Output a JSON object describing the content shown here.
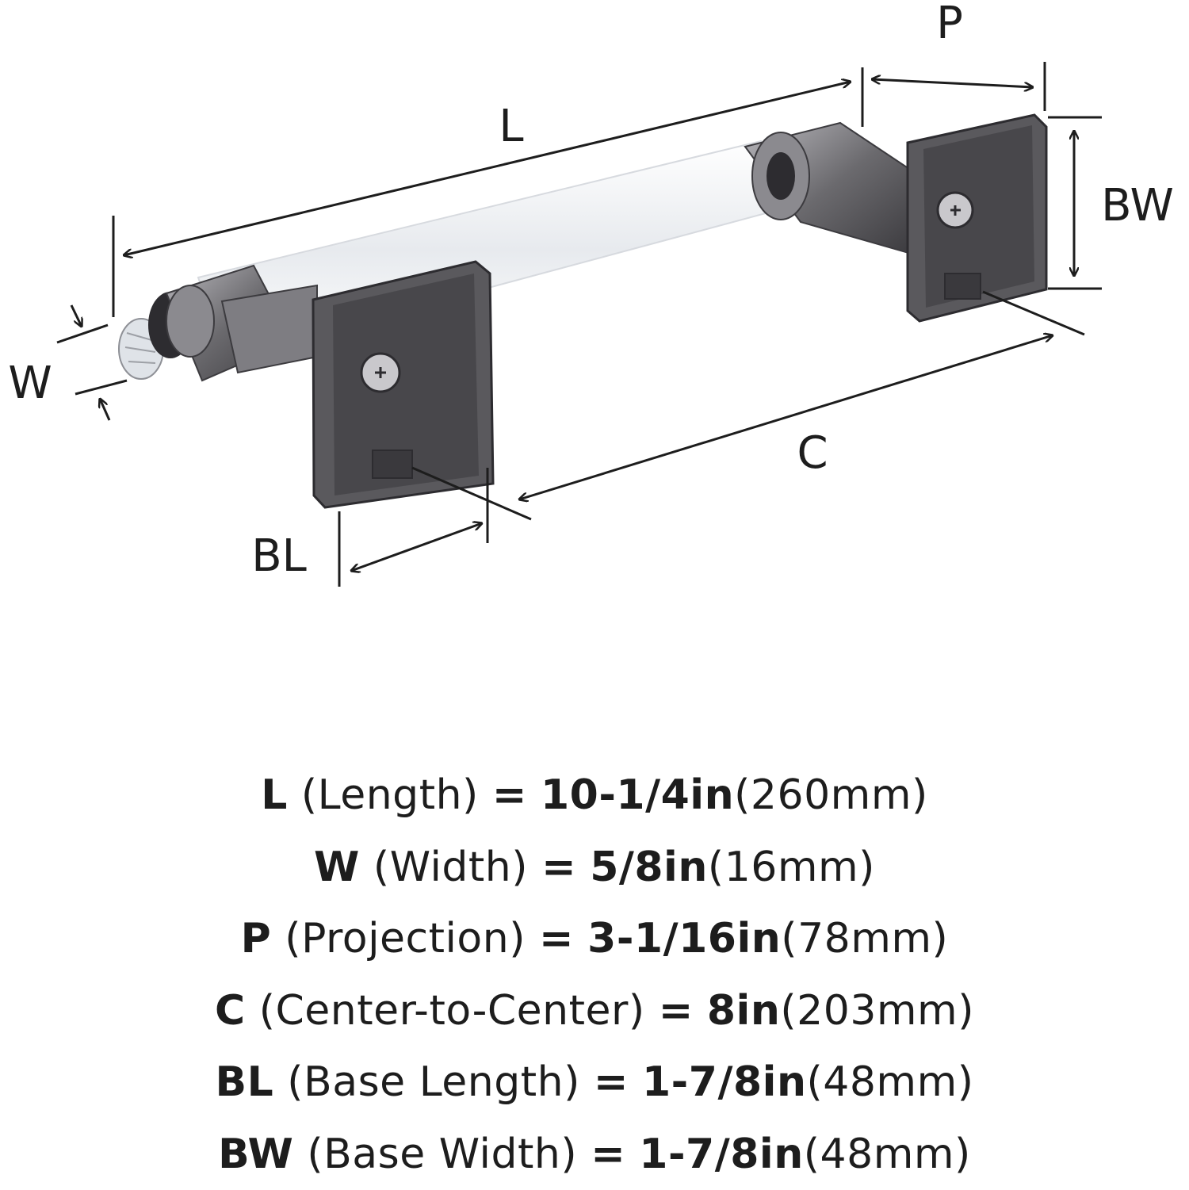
{
  "diagram": {
    "labels": {
      "L": "L",
      "P": "P",
      "BW": "BW",
      "W": "W",
      "C": "C",
      "BL": "BL"
    },
    "colors": {
      "line": "#1d1d1d",
      "metal": "#6b6a6e",
      "metal_dark": "#3c3b3f",
      "metal_light": "#a9a8ad",
      "acrylic": "#f3f5f7"
    }
  },
  "specs": [
    {
      "code": "L",
      "name": "(Length)",
      "eq": "=",
      "imperial": "10-1/4in",
      "metric": "(260mm)"
    },
    {
      "code": "W",
      "name": "(Width)",
      "eq": "=",
      "imperial": "5/8in",
      "metric": "(16mm)"
    },
    {
      "code": "P",
      "name": "(Projection)",
      "eq": "=",
      "imperial": "3-1/16in",
      "metric": "(78mm)"
    },
    {
      "code": "C",
      "name": "(Center-to-Center)",
      "eq": "=",
      "imperial": "8in",
      "metric": "(203mm)"
    },
    {
      "code": "BL",
      "name": "(Base Length)",
      "eq": "=",
      "imperial": "1-7/8in",
      "metric": "(48mm)"
    },
    {
      "code": "BW",
      "name": "(Base Width)",
      "eq": "=",
      "imperial": "1-7/8in",
      "metric": "(48mm)"
    }
  ]
}
